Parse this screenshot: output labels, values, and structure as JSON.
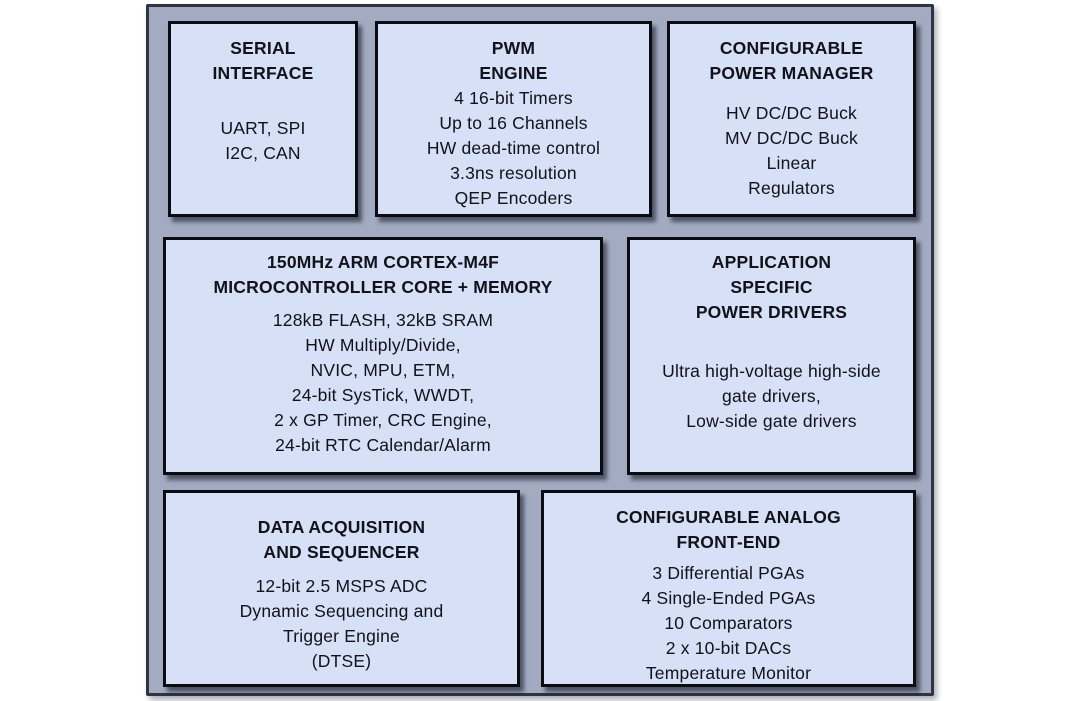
{
  "colors": {
    "canvas_fill": "#a2abc1",
    "canvas_border": "#2f3440",
    "block_fill": "#d6e0f6",
    "block_border": "#0b0b10",
    "text": "#121218"
  },
  "blocks": [
    {
      "id": "serial-interface",
      "title": "SERIAL\nINTERFACE",
      "body": "UART, SPI\nI2C, CAN"
    },
    {
      "id": "pwm-engine",
      "title": "PWM\nENGINE",
      "body": "4 16-bit Timers\nUp to 16 Channels\nHW dead-time control\n3.3ns resolution\nQEP Encoders"
    },
    {
      "id": "configurable-power-manager",
      "title": "CONFIGURABLE\nPOWER MANAGER",
      "body": "HV DC/DC Buck\nMV DC/DC Buck\nLinear\nRegulators"
    },
    {
      "id": "microcontroller-core-memory",
      "title": "150MHz ARM CORTEX-M4F\nMICROCONTROLLER CORE + MEMORY",
      "body": "128kB FLASH, 32kB SRAM\nHW Multiply/Divide,\nNVIC, MPU, ETM,\n24-bit SysTick, WWDT,\n2 x GP Timer, CRC Engine,\n24-bit RTC Calendar/Alarm"
    },
    {
      "id": "application-specific-power-drivers",
      "title": "APPLICATION\nSPECIFIC\nPOWER DRIVERS",
      "body": "Ultra high-voltage high-side\ngate drivers,\nLow-side gate drivers"
    },
    {
      "id": "data-acquisition-and-sequencer",
      "title": "DATA ACQUISITION\nAND SEQUENCER",
      "body": "12-bit 2.5 MSPS ADC\nDynamic Sequencing and\nTrigger Engine\n(DTSE)"
    },
    {
      "id": "configurable-analog-front-end",
      "title": "CONFIGURABLE ANALOG\nFRONT-END",
      "body": "3 Differential PGAs\n4 Single-Ended PGAs\n10 Comparators\n2 x 10-bit DACs\nTemperature Monitor"
    }
  ]
}
